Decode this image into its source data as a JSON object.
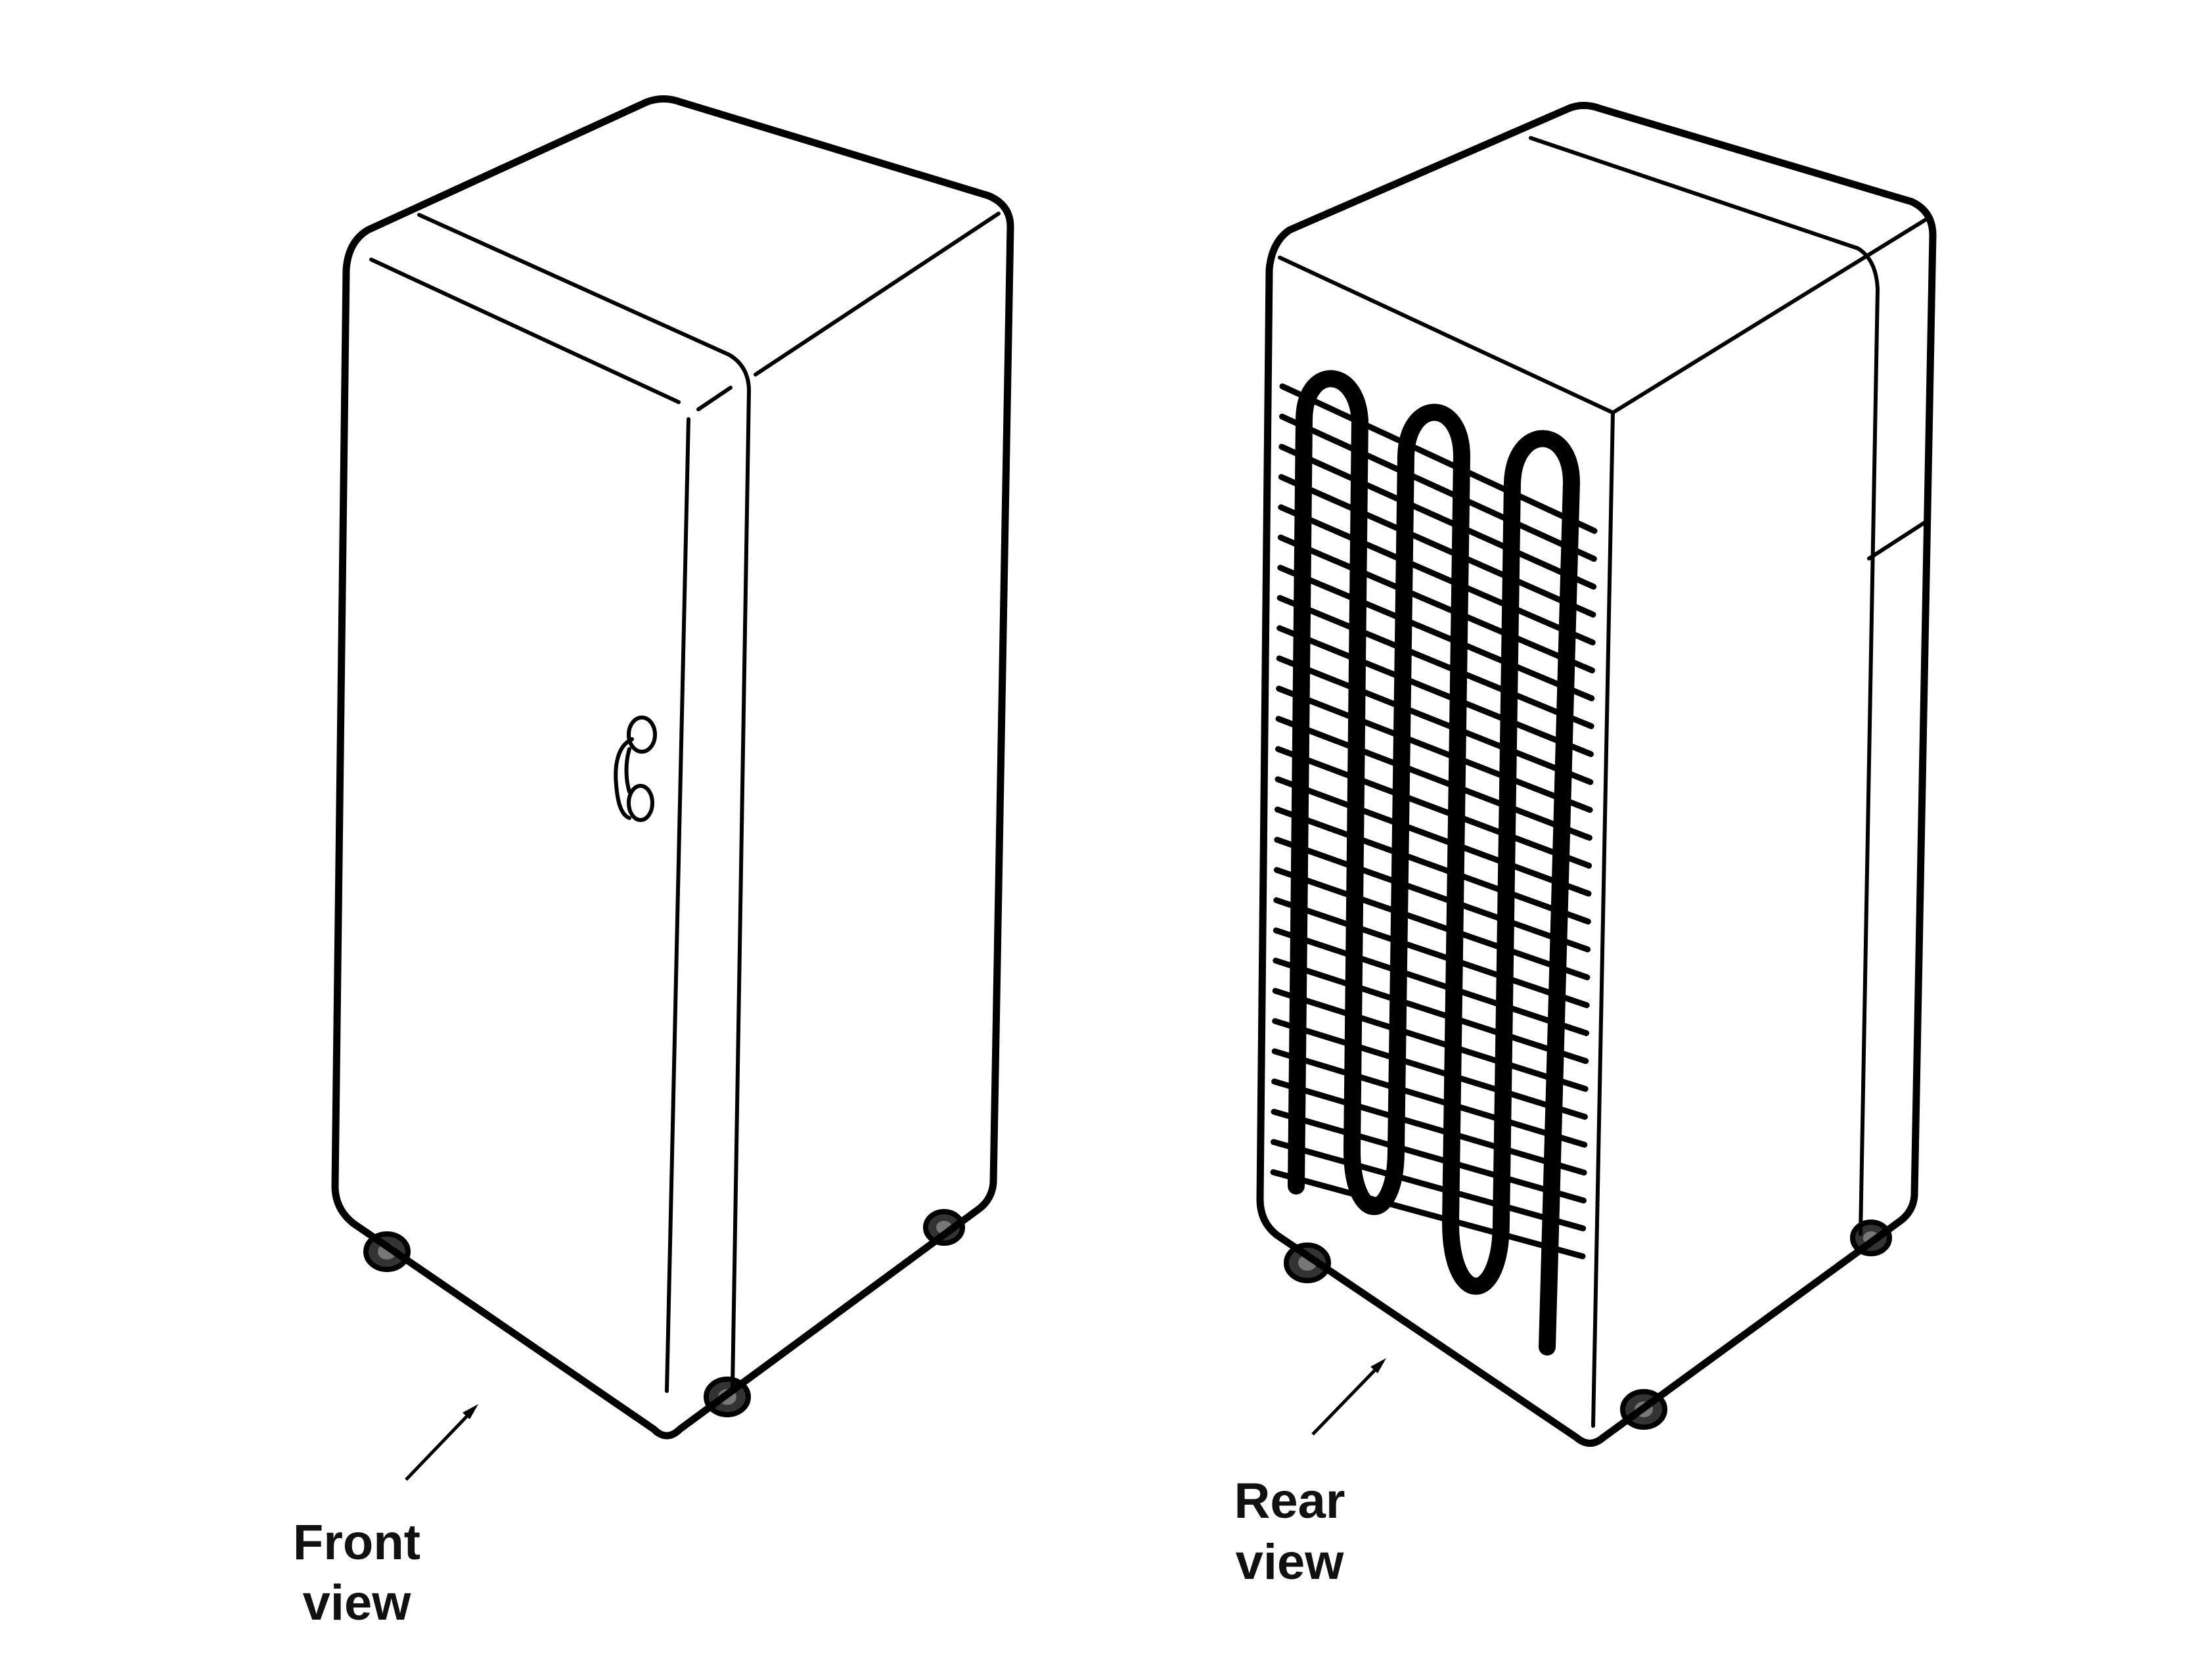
{
  "labels": {
    "front": [
      "Front",
      "view"
    ],
    "rear": [
      "Rear",
      "view"
    ]
  },
  "colors": {
    "line": "#000000",
    "background": "#ffffff"
  }
}
